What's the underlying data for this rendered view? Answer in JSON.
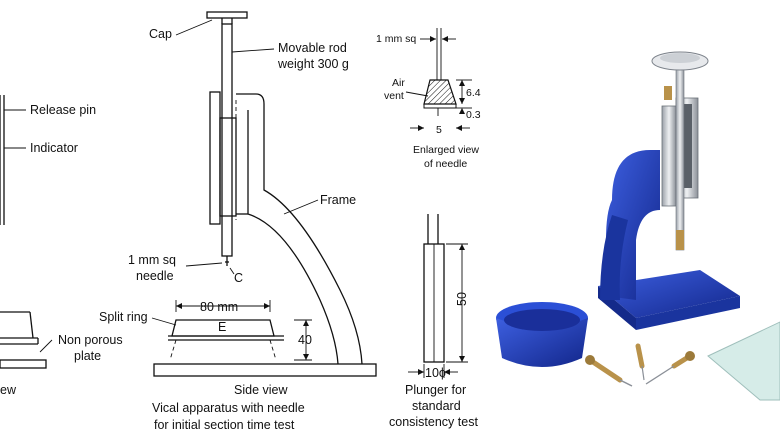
{
  "left_figure": {
    "labels": {
      "release_pin": "Release pin",
      "indicator": "Indicator",
      "non_porous_plate": "Non porous plate",
      "view_partial": "ew"
    }
  },
  "side_view": {
    "labels": {
      "cap": "Cap",
      "movable_rod": "Movable rod weight 300 g",
      "frame": "Frame",
      "needle": "1 mm sq needle",
      "c_mark": "C",
      "split_ring": "Split ring",
      "e_mark": "E",
      "width_dim": "80 mm",
      "height_dim": "40",
      "caption_title": "Side view",
      "caption_sub": "Vical apparatus with needle for initial section time test"
    }
  },
  "needle_detail": {
    "labels": {
      "top_dim": "1 mm sq",
      "air_vent": "Air vent",
      "dim_64": "6.4",
      "dim_03": "0.3",
      "dim_5": "5",
      "caption": "Enlarged view of needle"
    }
  },
  "plunger": {
    "labels": {
      "length_dim": "50",
      "dia_dim": "10ϕ",
      "caption": "Plunger for standard consistency test"
    }
  },
  "photo": {
    "colors": {
      "body": "#1f3fbf",
      "body_dark": "#142a8a",
      "steel": "#c9ccd1",
      "brass": "#b9924a",
      "glass": "#d6ece8"
    }
  }
}
